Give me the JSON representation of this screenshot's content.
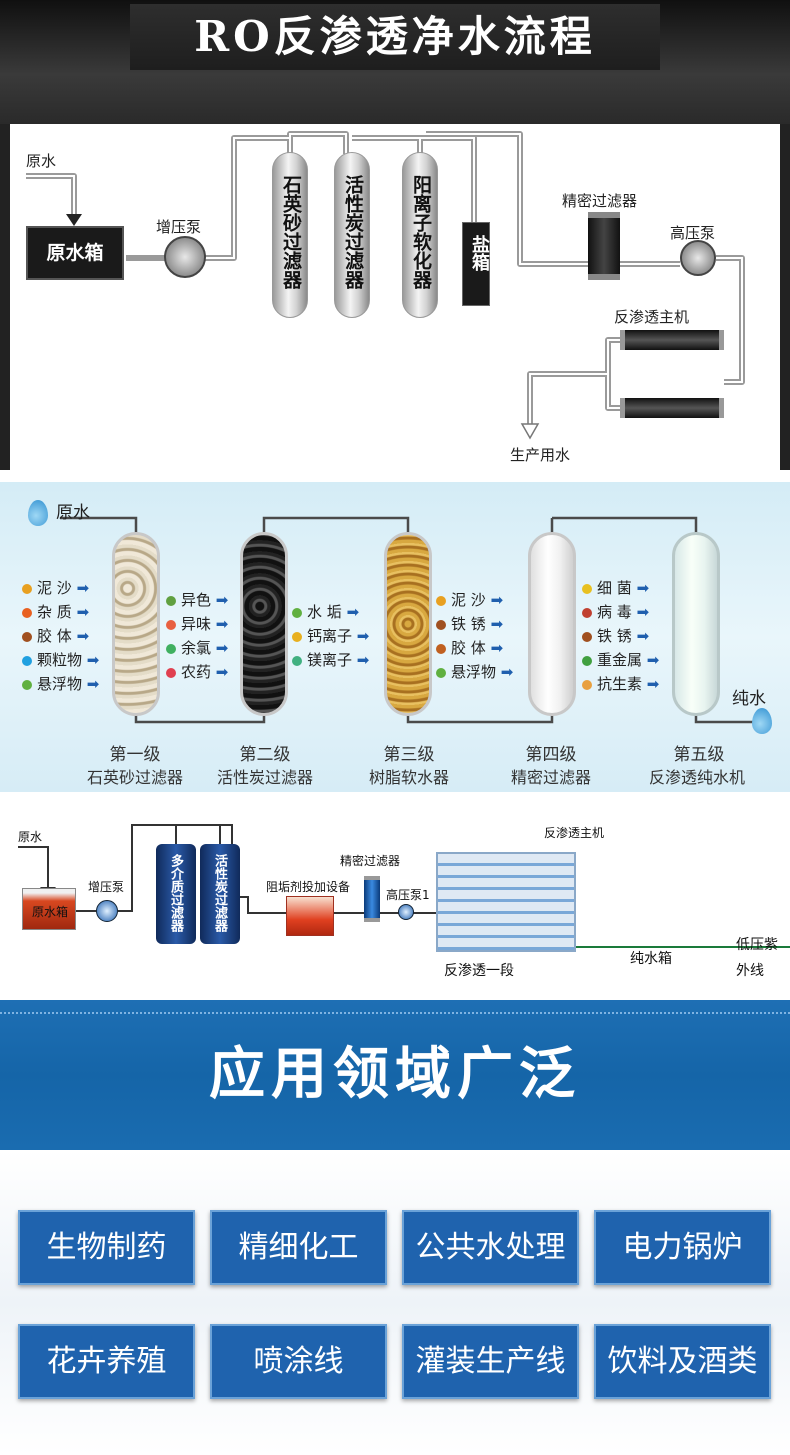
{
  "section1": {
    "title": "RO反渗透净水流程",
    "raw_water": "原水",
    "raw_tank": "原水箱",
    "booster_pump": "增压泵",
    "filters": [
      "石英砂过滤器",
      "活性炭过滤器",
      "阳离子软化器"
    ],
    "salt_tank": "盐箱",
    "precision_filter": "精密过滤器",
    "high_pressure_pump": "高压泵",
    "ro_host": "反渗透主机",
    "production_water": "生产用水"
  },
  "section2": {
    "raw_water": "原水",
    "pure_water": "纯水",
    "stage1_removes": [
      "泥 沙",
      "杂 质",
      "胶 体",
      "颗粒物",
      "悬浮物"
    ],
    "stage2_removes": [
      "异色",
      "异味",
      "余氯",
      "农药"
    ],
    "stage3_removes": [
      "水 垢",
      "钙离子",
      "镁离子"
    ],
    "stage4_removes": [
      "泥 沙",
      "铁 锈",
      "胶 体",
      "悬浮物"
    ],
    "stage5_removes": [
      "细 菌",
      "病 毒",
      "铁 锈",
      "重金属",
      "抗生素"
    ],
    "stages": [
      {
        "level": "第一级",
        "name": "石英砂过滤器"
      },
      {
        "level": "第二级",
        "name": "活性炭过滤器"
      },
      {
        "level": "第三级",
        "name": "树脂软水器"
      },
      {
        "level": "第四级",
        "name": "精密过滤器"
      },
      {
        "level": "第五级",
        "name": "反渗透纯水机"
      }
    ],
    "colors": {
      "arrow": "#1f5fae",
      "sand": "#d9c9a8",
      "carbon": "#2a2a2a",
      "resin": "#c8962e"
    }
  },
  "section3": {
    "raw_water": "原水",
    "raw_tank": "原水箱",
    "booster_pump": "增压泵",
    "multi_media_filter": "多介质过滤器",
    "carbon_filter": "活性炭过滤器",
    "antiscalant": "阻垢剂投加设备",
    "precision_filter": "精密过滤器",
    "high_pressure_pump": "高压泵1",
    "ro_host": "反渗透主机",
    "ro_stage": "反渗透一段",
    "pure_tank": "纯水箱",
    "uv_line1": "低压紫",
    "uv_line2": "外线"
  },
  "section4": {
    "title": "应用领域广泛",
    "fields": [
      "生物制药",
      "精细化工",
      "公共水处理",
      "电力锅炉",
      "花卉养殖",
      "喷涂线",
      "灌装生产线",
      "饮料及酒类"
    ]
  }
}
